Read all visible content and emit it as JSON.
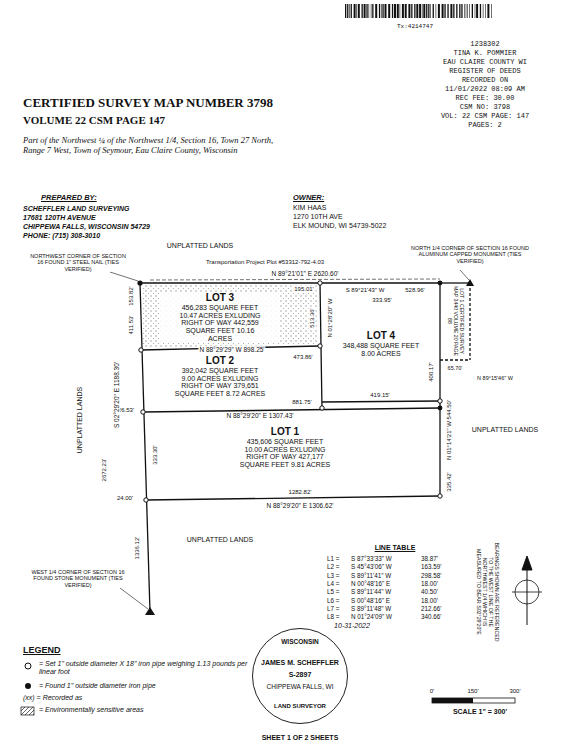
{
  "diagram": {
    "title": "CERTIFIED SURVEY MAP NUMBER 3798",
    "nodes": [
      {
        "text": [
          "LOT 3",
          "456,283 SQUARE FEET 10.47 ACRES EXLUDING RIGHT OF WAY 442,559 SQUARE FEET 10.16 ACRES"
        ]
      },
      {
        "text": [
          "LOT 2",
          "392,042 SQUARE FEET 9.00 ACRES EXLUDING RIGHT OF WAY 379,651 SQUARE FEET 8.72 ACRES"
        ]
      },
      {
        "text": [
          "LOT 4",
          "348,488 SQUARE FEET 8.00 ACRES"
        ]
      },
      {
        "text": [
          "LOT 1",
          "435,606 SQUARE FEET 10.00 ACRES EXLUDING RIGHT OF WAY 427,177 SQUARE FEET 9.81 ACRES"
        ]
      },
      {
        "text": [
          "WISCONSIN",
          "JAMES M. SCHEFFLER",
          "S-2897",
          "CHIPPEWA FALLS, WI",
          "LAND SURVEYOR"
        ]
      }
    ],
    "labels": [
      "Tx:4214747",
      "1238302",
      "TINA K. POMMIER",
      "EAU CLAIRE COUNTY WI",
      "REGISTER OF DEEDS",
      "RECORDED ON",
      "11/01/2022 08:09 AM",
      "REC FEE: 30.00",
      "CSM NO: 3798",
      "VOL: 22 CSM PAGE: 147",
      "PAGES: 2",
      "VOLUME 22 CSM PAGE 147",
      "Part of the Northwest ¼ of the Northwest 1/4, Section 16, Town 27 North, Range 7 West, Town of Seymour, Eau Claire County, Wisconsin",
      "PREPARED BY:",
      "SCHEFFLER LAND SURVEYING",
      "17681 120TH AVENUE",
      "CHIPPEWA FALLS, WISCONSIN 54729",
      "PHONE: (715) 308-3010",
      "OWNER:",
      "KIM HAAS",
      "1270 10TH AVE",
      "ELK MOUND, WI 54739-5022",
      "UNPLATTED LANDS",
      "NORTHWEST CORNER OF SECTION 16 FOUND 1\" STEEL NAIL (TIES VERIFIED)",
      "Transportation Project Plot #53312-792-4.03",
      "N 89°21'01\" E 2620.60'",
      "NORTH 1/4 CORNER OF SECTION 16 FOUND ALUMINUM CAPPED MONUMENT (TIES VERIFIED)",
      "S 89°21'43\" W",
      "528.96'",
      "195.01'",
      "333.95'",
      "LOT 1 CERTIFIED SURVEY MAP 3440 VOLUME 20 PAGE 88",
      "65.70'",
      "N 89°15'46\" W",
      "N 01°14'21\" W 544.50'",
      "400.17'",
      "513.36'",
      "N 01°28'20\" W",
      "N 88°29'29\" W 898.25'",
      "473.86'",
      "419.15'",
      "881.75'",
      "N 88°29'20\" E 1307.43'",
      "26.53'",
      "1282.82'",
      "N 88°29'20\" E 1306.62'",
      "24.00'",
      "333.30'",
      "335.42'",
      "S 02°29'20\" E 1188.30'",
      "411.53'",
      "153.82'",
      "2672.23'",
      "1336.12'",
      "UNPLATTED LANDS",
      "UNPLATTED LANDS",
      "UNPLATTED LANDS",
      "WEST 1/4 CORNER OF SECTION 16 FOUND STONE MONUMENT (TIES VERIFIED)",
      "LINE TABLE",
      "L1 =",
      "S 87°33'33\" W",
      "38.87'",
      "L2 =",
      "S 45°43'06\" W",
      "163.59'",
      "L3 =",
      "S 89°11'41\" W",
      "298.58'",
      "L4 =",
      "N 00°48'16\" E",
      "18.00'",
      "L5 =",
      "S 89°11'44\" W",
      "40.50'",
      "L6 =",
      "S 00°48'16\" E",
      "18.00'",
      "L7 =",
      "S 89°11'48\" W",
      "212.66'",
      "L8 =",
      "N 01°24'09\" W",
      "340.66'",
      "BEARINGS SHOWN ARE REFERENCED TO THE WEST LINE OF THE NORTHWEST 1/4 WHICH IS MEASURED TO BEAR S02°29'20\"E",
      "LEGEND",
      "10-31-2022",
      "0'",
      "150'",
      "300'",
      "SCALE 1\" = 300'",
      "SHEET 1 OF 2 SHEETS"
    ],
    "legend": [
      {
        "text": "= Set 1\" outside diameter X 18\" iron pipe weighing 1.13 pounds per linear foot"
      },
      {
        "text": "= Found 1\" outside diameter iron pipe"
      },
      {
        "text": "(xx) = Recorded as"
      },
      {
        "text": "= Environmentally sensitive areas"
      }
    ]
  }
}
